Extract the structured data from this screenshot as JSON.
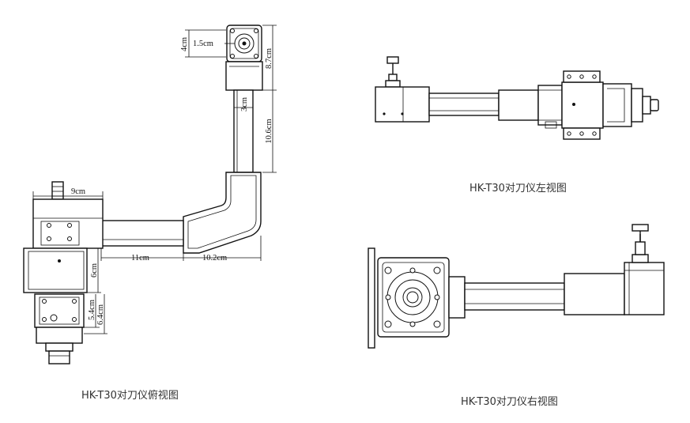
{
  "views": {
    "top": {
      "caption": "HK-T30对刀仪俯视图",
      "dims": {
        "d_4cm": "4cm",
        "d_1_5cm": "1.5cm",
        "d_8_7cm": "8.7cm",
        "d_3cm": "3cm",
        "d_10_6cm": "10.6cm",
        "d_9cm": "9cm",
        "d_11cm": "11cm",
        "d_10_2cm": "10.2cm",
        "d_6cm": "6cm",
        "d_5_4cm": "5.4cm",
        "d_6_4cm": "6.4cm"
      }
    },
    "left": {
      "caption": "HK-T30对刀仪左视图"
    },
    "right": {
      "caption": "HK-T30对刀仪右视图"
    }
  }
}
